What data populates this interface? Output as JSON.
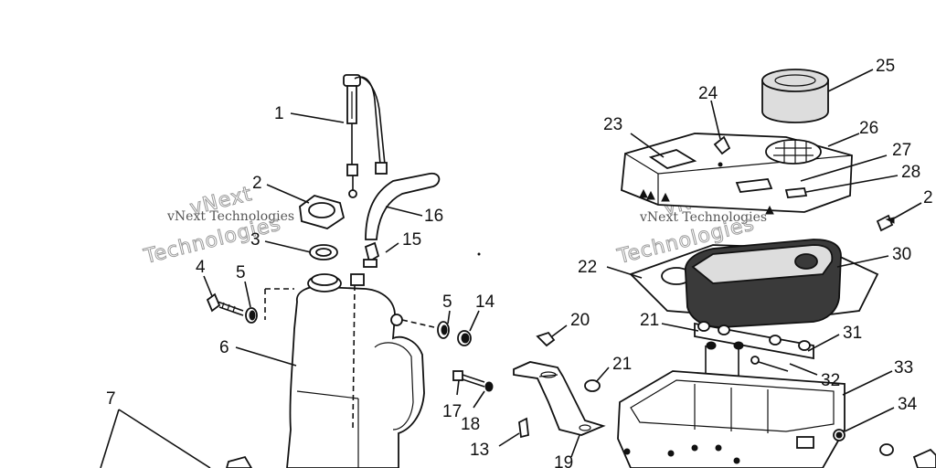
{
  "watermark": {
    "small_left": "vNext Technologies",
    "big_left_1": "vNext",
    "big_left_2": "Technologies",
    "small_right": "vNext Technologies",
    "big_right_1": "vNext",
    "big_right_2": "Technologies"
  },
  "callouts": [
    {
      "id": "c1",
      "text": "1"
    },
    {
      "id": "c2",
      "text": "2"
    },
    {
      "id": "c3",
      "text": "3"
    },
    {
      "id": "c4",
      "text": "4"
    },
    {
      "id": "c5a",
      "text": "5"
    },
    {
      "id": "c5b",
      "text": "5"
    },
    {
      "id": "c6",
      "text": "6"
    },
    {
      "id": "c7",
      "text": "7"
    },
    {
      "id": "c13",
      "text": "13"
    },
    {
      "id": "c14",
      "text": "14"
    },
    {
      "id": "c15",
      "text": "15"
    },
    {
      "id": "c16",
      "text": "16"
    },
    {
      "id": "c17",
      "text": "17"
    },
    {
      "id": "c18",
      "text": "18"
    },
    {
      "id": "c19",
      "text": "19"
    },
    {
      "id": "c20",
      "text": "20"
    },
    {
      "id": "c21a",
      "text": "21"
    },
    {
      "id": "c21b",
      "text": "21"
    },
    {
      "id": "c22",
      "text": "22"
    },
    {
      "id": "c23",
      "text": "23"
    },
    {
      "id": "c24",
      "text": "24"
    },
    {
      "id": "c25",
      "text": "25"
    },
    {
      "id": "c26",
      "text": "26"
    },
    {
      "id": "c27",
      "text": "27"
    },
    {
      "id": "c28",
      "text": "28"
    },
    {
      "id": "c29",
      "text": "2"
    },
    {
      "id": "c30",
      "text": "30"
    },
    {
      "id": "c31",
      "text": "31"
    },
    {
      "id": "c32",
      "text": "32"
    },
    {
      "id": "c33",
      "text": "33"
    },
    {
      "id": "c34",
      "text": "34"
    }
  ]
}
